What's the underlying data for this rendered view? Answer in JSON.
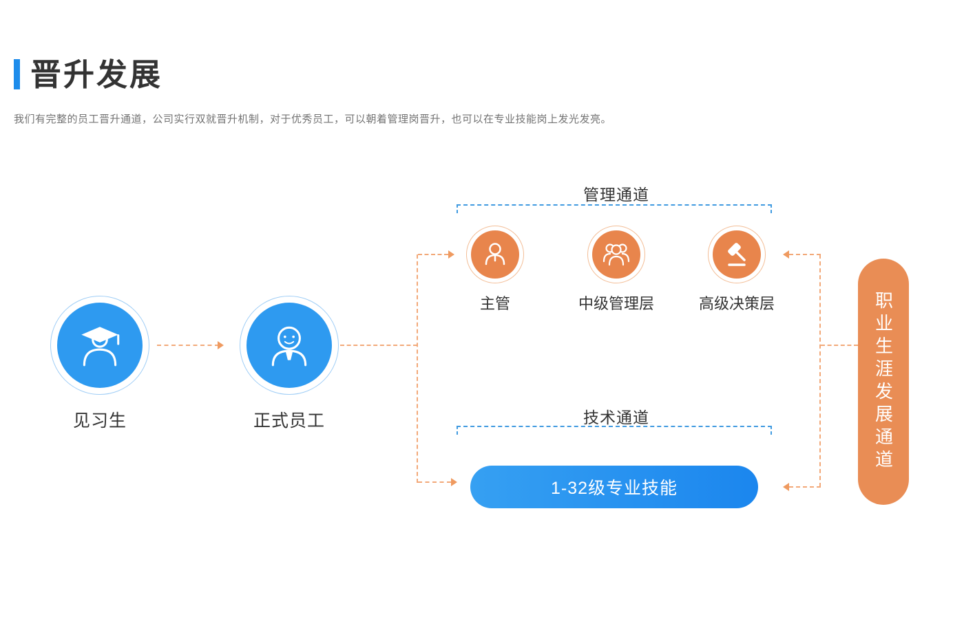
{
  "header": {
    "title": "晋升发展",
    "description": "我们有完整的员工晋升通道，公司实行双就晋升机制，对于优秀员工，可以朝着管理岗晋升，也可以在专业技能岗上发光发亮。"
  },
  "flow": {
    "stages": [
      {
        "label": "见习生",
        "icon": "graduate-cap-icon"
      },
      {
        "label": "正式员工",
        "icon": "employee-tie-icon"
      }
    ],
    "management_channel": {
      "title": "管理通道",
      "roles": [
        {
          "label": "主管",
          "icon": "supervisor-icon"
        },
        {
          "label": "中级管理层",
          "icon": "team-icon"
        },
        {
          "label": "高级决策层",
          "icon": "gavel-icon"
        }
      ]
    },
    "technical_channel": {
      "title": "技术通道",
      "skill": "1-32级专业技能"
    },
    "career_path": {
      "label": "职业生涯发展通道"
    }
  },
  "colors": {
    "accent_blue": "#1d8ceb",
    "node_blue": "#2e9af0",
    "node_orange": "#e8854c",
    "dashed_orange": "#f2a878",
    "dashed_blue": "#3f9ae0",
    "career_pill_orange": "#e98d55"
  }
}
